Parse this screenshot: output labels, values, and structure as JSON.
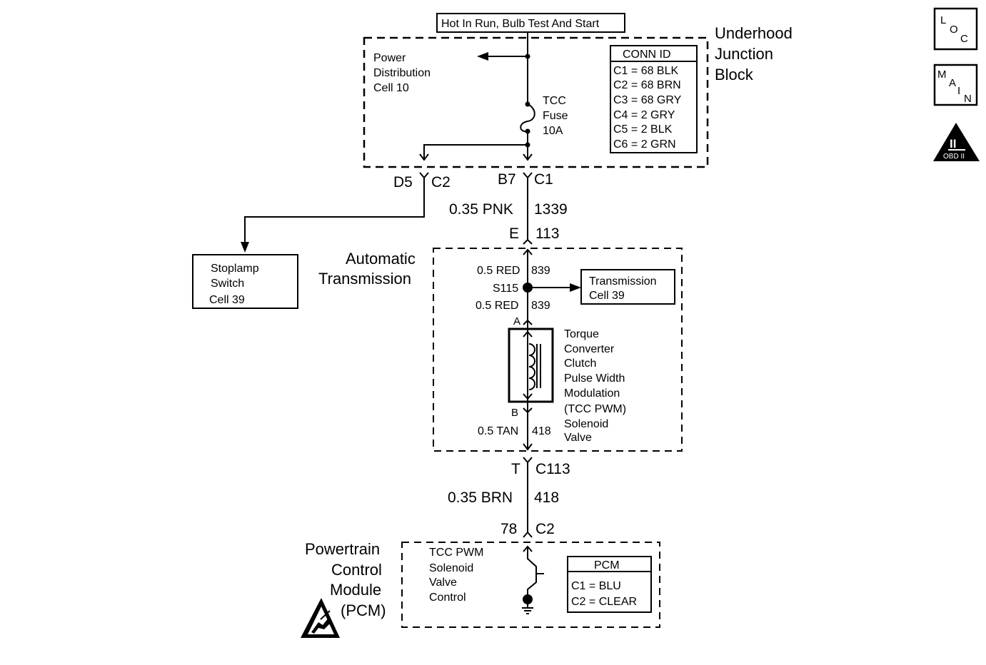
{
  "top_label": "Hot In Run, Bulb Test And Start",
  "ujb": {
    "title": [
      "Underhood",
      "Junction",
      "Block"
    ],
    "power_dist": [
      "Power",
      "Distribution",
      "Cell 10"
    ],
    "fuse": [
      "TCC",
      "Fuse",
      "10A"
    ],
    "conn_table": {
      "header": "CONN ID",
      "rows": [
        "C1 = 68 BLK",
        "C2 = 68 BRN",
        "C3 = 68 GRY",
        "C4 = 2 GRY",
        "C5 = 2 BLK",
        "C6 = 2 GRN"
      ]
    }
  },
  "connectors": {
    "d5": "D5",
    "c2_left": "C2",
    "b7": "B7",
    "c1": "C1",
    "e": "E",
    "c113_top": "113",
    "t": "T",
    "c113_bottom": "C113",
    "pin78": "78",
    "c2_pcm": "C2"
  },
  "wires": {
    "pnk_gauge_color": "0.35 PNK",
    "pnk_circuit": "1339",
    "red_gauge_color_1": "0.5 RED",
    "red_circuit_1": "839",
    "splice": "S115",
    "red_gauge_color_2": "0.5 RED",
    "red_circuit_2": "839",
    "tan_gauge_color": "0.5 TAN",
    "tan_circuit": "418",
    "brn_gauge_color": "0.35 BRN",
    "brn_circuit": "418"
  },
  "stoplamp": [
    "Stoplamp",
    "Switch",
    "Cell 39"
  ],
  "auto_trans": {
    "title": [
      "Automatic",
      "Transmission"
    ],
    "trans_cell": [
      "Transmission",
      "Cell 39"
    ],
    "pin_a": "A",
    "pin_b": "B",
    "solenoid": [
      "Torque",
      "Converter",
      "Clutch",
      "Pulse Width",
      "Modulation",
      "(TCC PWM)",
      "Solenoid",
      "Valve"
    ]
  },
  "pcm": {
    "title": [
      "Powertrain",
      "Control",
      "Module",
      "(PCM)"
    ],
    "control": [
      "TCC PWM",
      "Solenoid",
      "Valve",
      "Control"
    ],
    "table": {
      "header": "PCM",
      "rows": [
        "C1 = BLU",
        "C2 = CLEAR"
      ]
    }
  },
  "side_icons": {
    "loc": [
      "L",
      "O",
      "C"
    ],
    "main": [
      "M",
      "A",
      "I",
      "N"
    ],
    "obd_numeral": "II",
    "obd_text": "OBD II"
  }
}
